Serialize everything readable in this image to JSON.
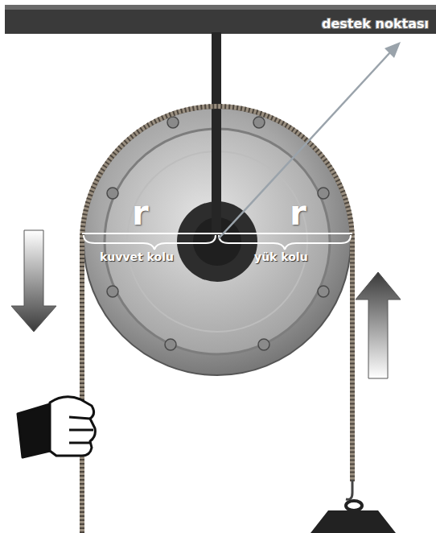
{
  "diagram": {
    "labels": [
      "r",
      "r",
      "kuvvet kolu",
      "yük kolu",
      "destek noktası"
    ]
  }
}
